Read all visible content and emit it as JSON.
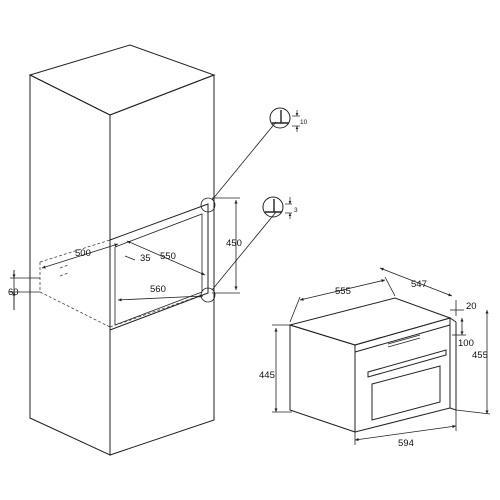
{
  "dimensions": {
    "cabinet_depth": "500",
    "inner_depth": "550",
    "inner_offset": "35",
    "inner_width": "560",
    "cutout_height": "450",
    "vent_height": "60",
    "oven_depth": "555",
    "oven_total_depth": "547",
    "door_thickness": "20",
    "control_panel_height": "100",
    "oven_front_height": "455",
    "oven_body_height": "445",
    "oven_width": "594",
    "detail_top_gap": "10",
    "detail_bottom_gap": "3"
  },
  "colors": {
    "line": "#222222",
    "hidden_line": "#444444",
    "background": "#ffffff"
  },
  "icons": {
    "detail_top": "magnified-gap-detail",
    "detail_bottom": "magnified-gap-detail"
  }
}
